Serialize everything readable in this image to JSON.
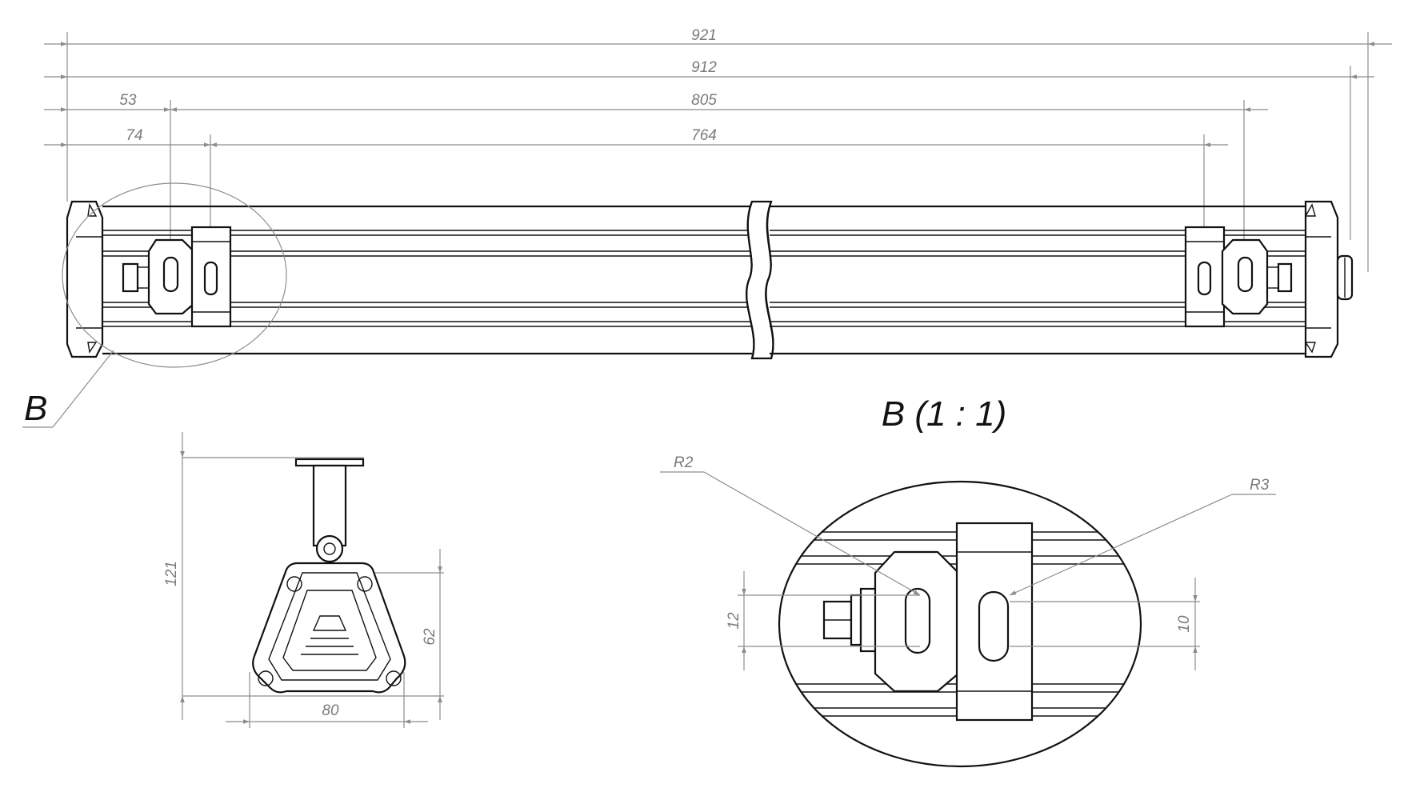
{
  "dimensions": {
    "overall_length": "921",
    "body_length": "912",
    "first_hole_offset": "53",
    "hole_span_outer": "805",
    "second_hole_offset": "74",
    "hole_span_inner": "764",
    "height": "121",
    "profile_height": "62",
    "profile_width": "80",
    "slot_length_left": "12",
    "slot_length_right": "10",
    "radius_small": "R2",
    "radius_large": "R3"
  },
  "labels": {
    "detail_marker": "B",
    "detail_title": "B (1 : 1)"
  }
}
